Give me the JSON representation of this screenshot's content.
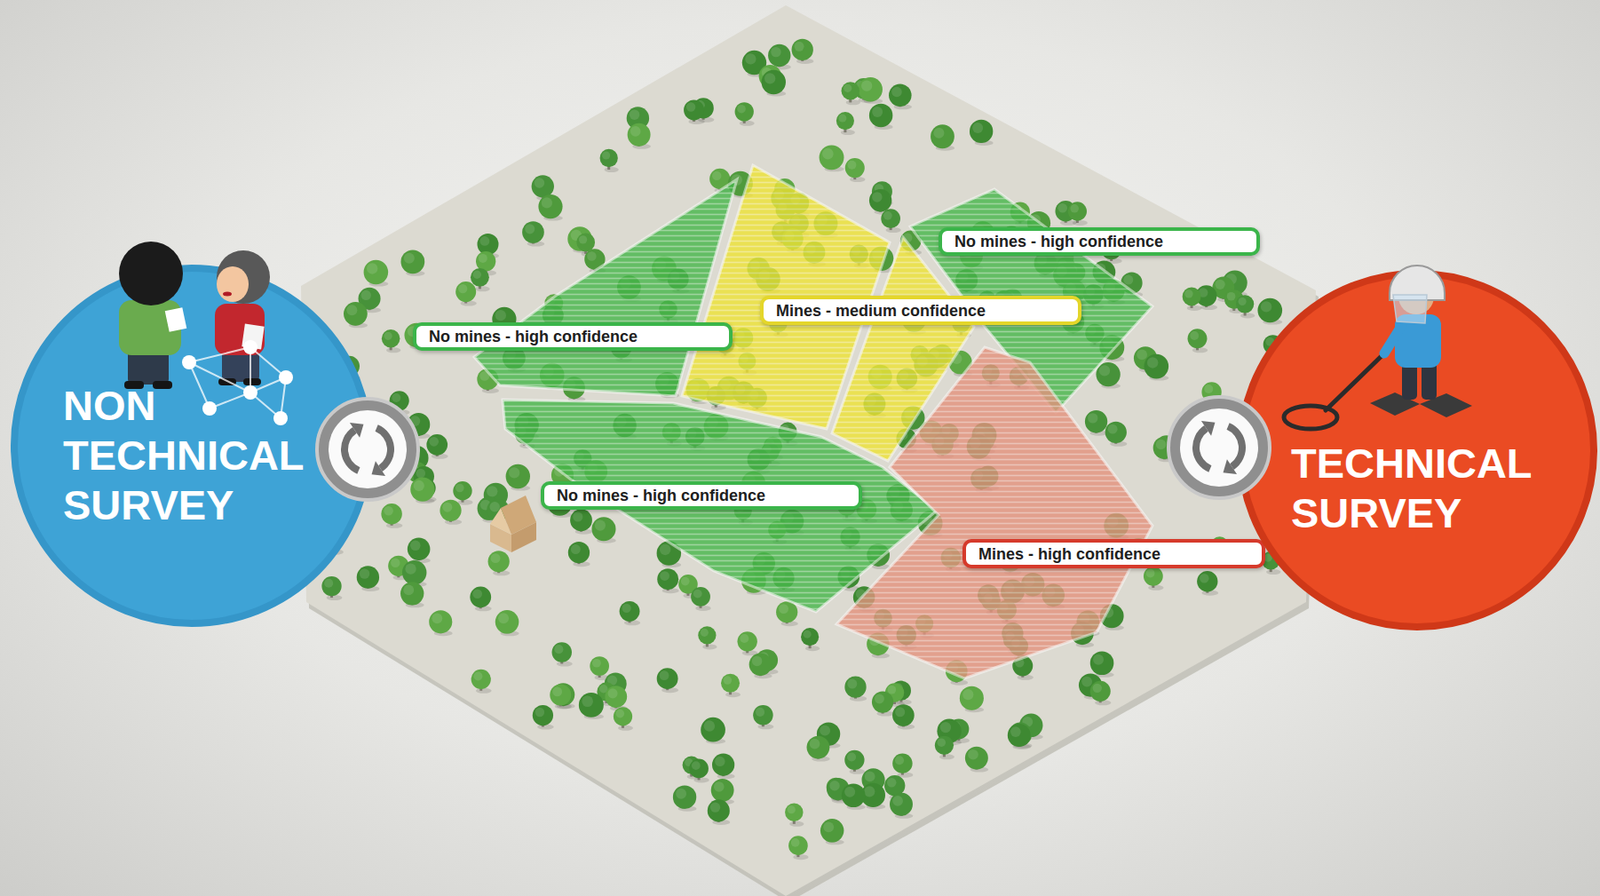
{
  "diagram": {
    "nodes": [
      {
        "text": [
          "NON TECHNICAL SURVEY"
        ]
      },
      {
        "text": [
          "No mines - high confidence"
        ]
      },
      {
        "text": [
          "Mines - medium confidence"
        ]
      },
      {
        "text": [
          "No mines - high confidence"
        ]
      },
      {
        "text": [
          "No mines - high confidence"
        ]
      },
      {
        "text": [
          "Mines - high confidence"
        ]
      },
      {
        "text": [
          "TECHNICAL SURVEY"
        ]
      }
    ]
  }
}
